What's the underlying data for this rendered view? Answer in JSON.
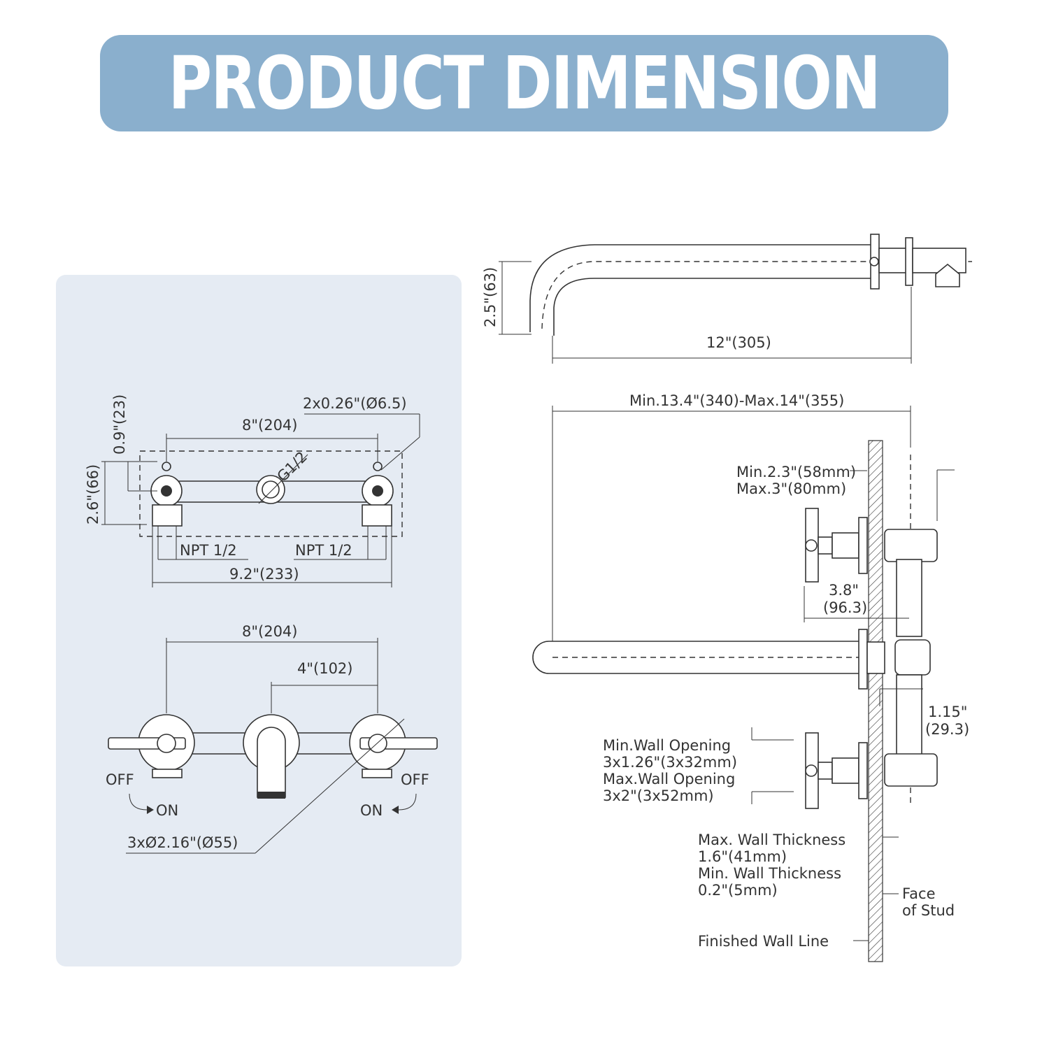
{
  "title": "PRODUCT DIMENSION",
  "front_view": {
    "thread_label": "G1/2",
    "hole_label": "2x0.26\"(Ø6.5)",
    "center_spacing": "8\"(204)",
    "height_top": "0.9\"(23)",
    "height_total": "2.6\"(66)",
    "npt_left": "NPT 1/2",
    "npt_right": "NPT 1/2",
    "overall_width": "9.2\"(233)"
  },
  "handle_view": {
    "center_spacing": "8\"(204)",
    "half_spacing": "4\"(102)",
    "off_left": "OFF",
    "on_left": "ON",
    "off_right": "OFF",
    "on_right": "ON",
    "escutcheon": "3xØ2.16\"(Ø55)"
  },
  "spout_view": {
    "spout_height": "2.5\"(63)",
    "spout_length": "12\"(305)"
  },
  "side_view": {
    "total_reach": "Min.13.4\"(340)-Max.14\"(355)",
    "depth_min": "Min.2.3\"(58mm)",
    "depth_max": "Max.3\"(80mm)",
    "handle_offset": "3.8\"",
    "handle_offset_mm": "(96.3)",
    "valve_offset": "1.15\"",
    "valve_offset_mm": "(29.3)",
    "min_opening_label": "Min.Wall Opening",
    "min_opening_value": "3x1.26\"(3x32mm)",
    "max_opening_label": "Max.Wall Opening",
    "max_opening_value": "3x2\"(3x52mm)",
    "max_thickness_label": "Max. Wall Thickness",
    "max_thickness_value": "1.6\"(41mm)",
    "min_thickness_label": "Min. Wall Thickness",
    "min_thickness_value": "0.2\"(5mm)",
    "face_of_stud_1": "Face",
    "face_of_stud_2": "of Stud",
    "finished_wall": "Finished Wall Line"
  },
  "colors": {
    "banner": "#8aafcd",
    "panel": "#e5ebf3",
    "ink": "#333333"
  }
}
